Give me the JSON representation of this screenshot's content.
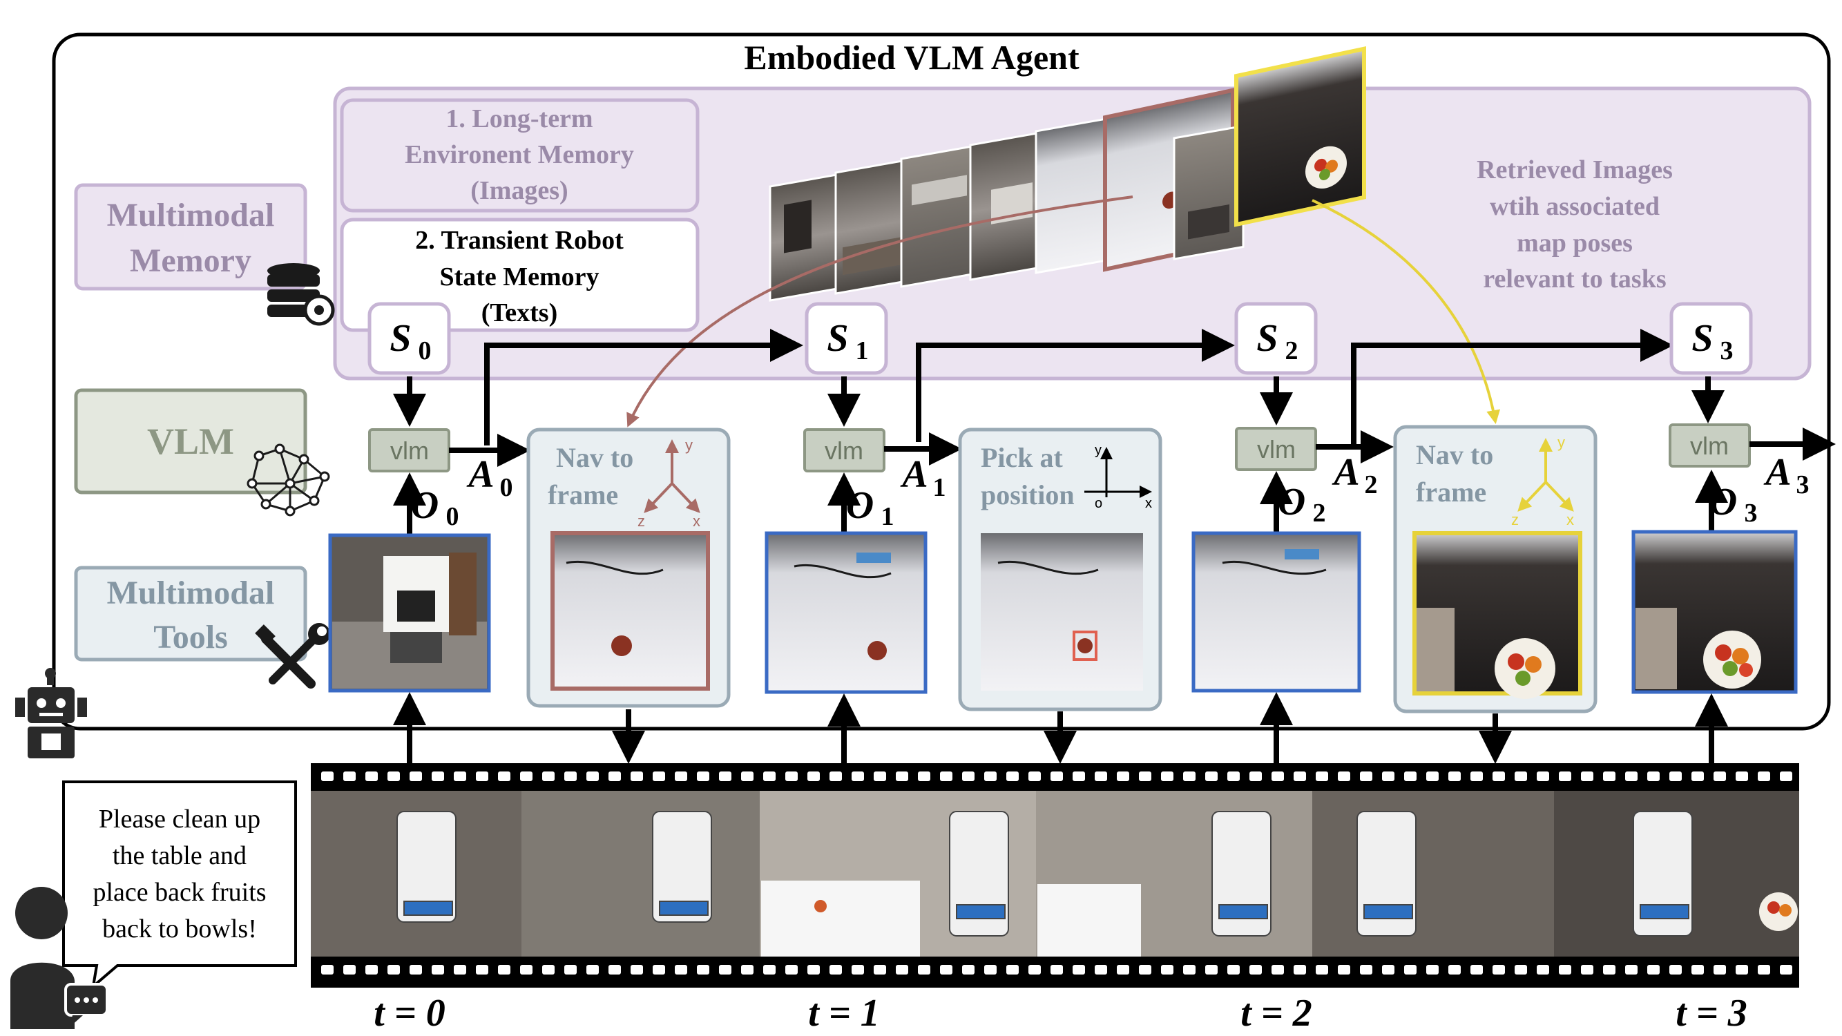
{
  "title": "Embodied VLM Agent",
  "modules": {
    "memory": [
      "Multimodal",
      "Memory"
    ],
    "vlm": "VLM",
    "tools": [
      "Multimodal",
      "Tools"
    ]
  },
  "memory_boxes": {
    "long_term": [
      "1. Long-term",
      "Environent Memory",
      "(Images)"
    ],
    "transient": [
      "2. Transient Robot",
      "State Memory",
      "(Texts)"
    ]
  },
  "retrieved_note": [
    "Retrieved Images",
    "wtih associated",
    "map poses",
    "relevant to tasks"
  ],
  "states": [
    "S",
    "S",
    "S",
    "S"
  ],
  "state_subs": [
    "0",
    "1",
    "2",
    "3"
  ],
  "vlm_label": "vlm",
  "observations": [
    "O",
    "O",
    "O",
    "O"
  ],
  "obs_subs": [
    "0",
    "1",
    "2",
    "3"
  ],
  "actions": [
    "A",
    "A",
    "A",
    "A"
  ],
  "action_subs": [
    "0",
    "1",
    "2",
    "3"
  ],
  "tool_cards": [
    {
      "lines": [
        "Nav to",
        "frame"
      ],
      "axes": [
        "y",
        "z",
        "x"
      ]
    },
    {
      "lines": [
        "Pick at",
        "position"
      ],
      "axes": [
        "y",
        "o",
        "x"
      ]
    },
    {
      "lines": [
        "Nav to",
        "frame"
      ],
      "axes": [
        "y",
        "z",
        "x"
      ]
    }
  ],
  "instruction": [
    "Please clean up",
    "the table and",
    "place back fruits",
    "back to bowls!"
  ],
  "timesteps": [
    "t = 0",
    "t = 1",
    "t = 2",
    "t = 3"
  ],
  "colors": {
    "memory_fill": "#ece4f1",
    "memory_stroke": "#c6b4d4",
    "memory_text": "#9a8aa8",
    "vlm_fill": "#e4e8df",
    "vlm_stroke": "#8d9784",
    "vlm_text": "#8d9784",
    "tools_fill": "#e9eff2",
    "tools_stroke": "#9aaab5",
    "tools_text": "#8496a3",
    "obs_border": "#3a6ac4",
    "nav1_accent": "#a86b66",
    "pick_accent": "#e06050",
    "nav2_accent": "#e6d23a",
    "arrow": "#000000"
  },
  "icons": [
    "database-icon",
    "network-icon",
    "tools-icon",
    "robot-icon",
    "user-chat-icon",
    "axes-icon"
  ]
}
